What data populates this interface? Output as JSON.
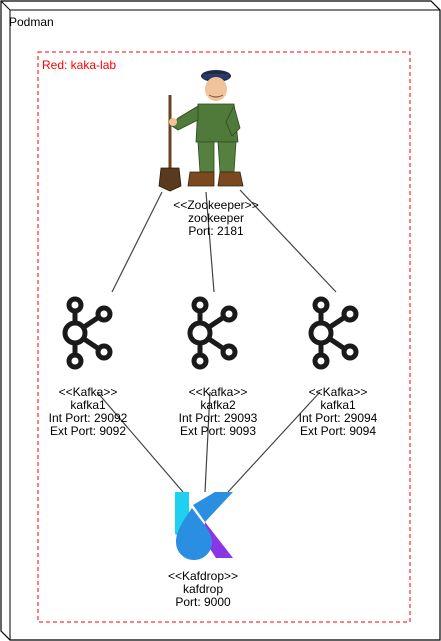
{
  "frame": {
    "title": "Podman"
  },
  "network": {
    "title": "Red: kaka-lab",
    "color": "#ff0000"
  },
  "zookeeper": {
    "stereotype": "<<Zookeeper>>",
    "name": "zookeeper",
    "port": "Port: 2181",
    "icon": "zookeeper-man-with-shovel-icon"
  },
  "kafka_nodes": [
    {
      "stereotype": "<<Kafka>>",
      "name": "kafka1",
      "int_port": "Int Port: 29092",
      "ext_port": "Ext Port: 9092",
      "icon": "kafka-icon"
    },
    {
      "stereotype": "<<Kafka>>",
      "name": "kafka2",
      "int_port": "Int Port: 29093",
      "ext_port": "Ext Port: 9093",
      "icon": "kafka-icon"
    },
    {
      "stereotype": "<<Kafka>>",
      "name": "kafka1",
      "int_port": "Int Port: 29094",
      "ext_port": "Ext Port: 9094",
      "icon": "kafka-icon"
    }
  ],
  "kafdrop": {
    "stereotype": "<<Kafdrop>>",
    "name": "kafdrop",
    "port": "Port: 9000",
    "icon": "kafdrop-logo-icon"
  },
  "colors": {
    "line": "#444444",
    "kafka": "#1a1a1a",
    "kafdrop_cyan": "#1fd1f0",
    "kafdrop_blue": "#2a8fe0",
    "kafdrop_purple": "#8a36e6"
  }
}
